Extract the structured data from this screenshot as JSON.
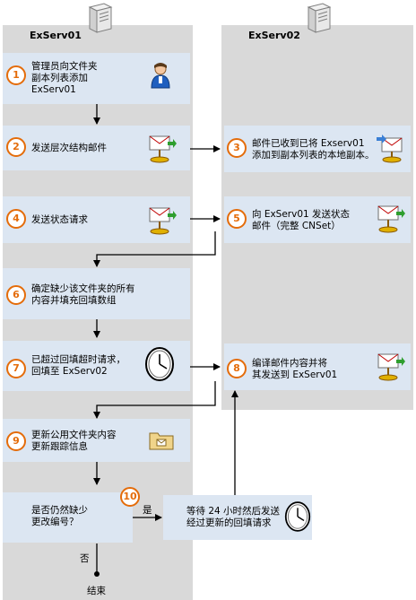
{
  "lanes": {
    "left_title": "ExServ01",
    "right_title": "ExServ02"
  },
  "icons": {
    "server": "server-icon",
    "admin": "admin-user-icon",
    "mail": "mail-send-icon",
    "clock": "clock-icon",
    "folder": "public-folder-icon"
  },
  "steps": [
    {
      "num": "1",
      "lines": [
        "管理员向文件夹",
        "副本列表添加",
        "ExServ01"
      ]
    },
    {
      "num": "2",
      "lines": [
        "发送层次结构邮件"
      ]
    },
    {
      "num": "3",
      "lines": [
        "邮件已收到已将  Exserv01",
        "添加到副本列表的本地副本。"
      ]
    },
    {
      "num": "4",
      "lines": [
        "发送状态请求"
      ]
    },
    {
      "num": "5",
      "lines": [
        "向  ExServ01  发送状态",
        "邮件（完整  CNSet）"
      ]
    },
    {
      "num": "6",
      "lines": [
        "确定缺少该文件夹的所有",
        "内容并填充回填数组"
      ]
    },
    {
      "num": "7",
      "lines": [
        "已超过回填超时请求，",
        "回填至  ExServ02"
      ]
    },
    {
      "num": "8",
      "lines": [
        "编译邮件内容并将",
        "其发送到  ExServ01"
      ]
    },
    {
      "num": "9",
      "lines": [
        "更新公用文件夹内容",
        "更新跟踪信息"
      ]
    },
    {
      "num": "10",
      "lines": [
        "等待  24  小时然后发送",
        "经过更新的回填请求"
      ]
    }
  ],
  "decision": {
    "lines": [
      "是否仍然缺少",
      "更改编号？"
    ],
    "yes_label": "是",
    "no_label": "否"
  },
  "end_label": "结束",
  "colors": {
    "lane": "#d9d9d9",
    "box": "#dce6f2",
    "accent": "#e46c0a"
  }
}
